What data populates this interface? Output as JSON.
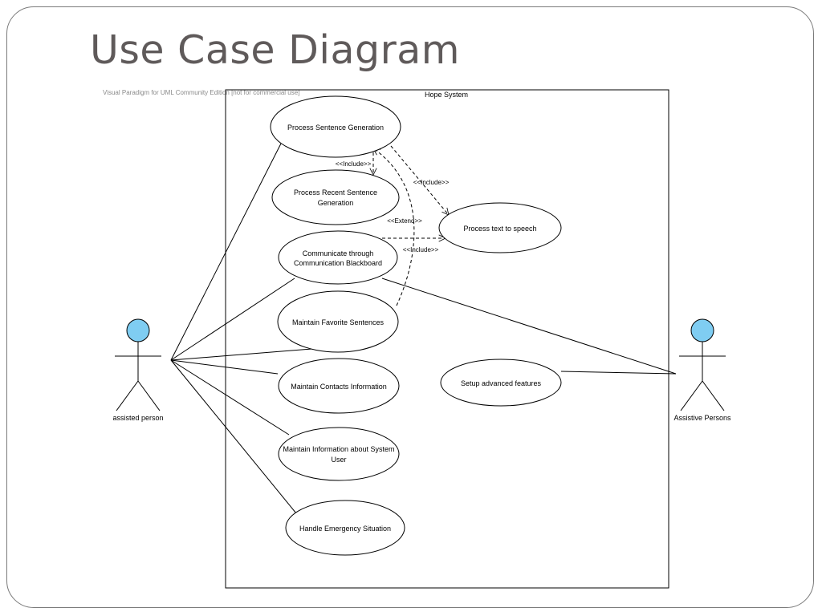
{
  "slide": {
    "title": "Use Case Diagram",
    "watermark": "Visual Paradigm for UML Community Edition [not for commercial use]"
  },
  "diagram": {
    "system_name": "Hope System",
    "actors": {
      "assisted": "assisted person",
      "assistive": "Assistive Persons"
    },
    "use_cases": {
      "process_sentence_generation": [
        "Process Sentence Generation"
      ],
      "process_recent_sentence_generation": [
        "Process Recent Sentence",
        "Generation"
      ],
      "communicate_blackboard": [
        "Communicate through",
        "Communication Blackboard"
      ],
      "maintain_favorite_sentences": [
        "Maintain Favorite Sentences"
      ],
      "maintain_contacts": [
        "Maintain Contacts Information"
      ],
      "maintain_system_user": [
        "Maintain Information about System",
        "User"
      ],
      "handle_emergency": [
        "Handle Emergency Situation"
      ],
      "process_text_to_speech": [
        "Process text to speech"
      ],
      "setup_advanced_features": [
        "Setup advanced features"
      ]
    },
    "relationships": {
      "include_recent": "<<Include>>",
      "include_tts_from_psg": "<<Include>>",
      "extend_favorite": "<<Extend>>",
      "include_tts_from_cb": "<<Include>>"
    },
    "colors": {
      "actor_head": "#7fcdf2",
      "line": "#000000"
    }
  }
}
